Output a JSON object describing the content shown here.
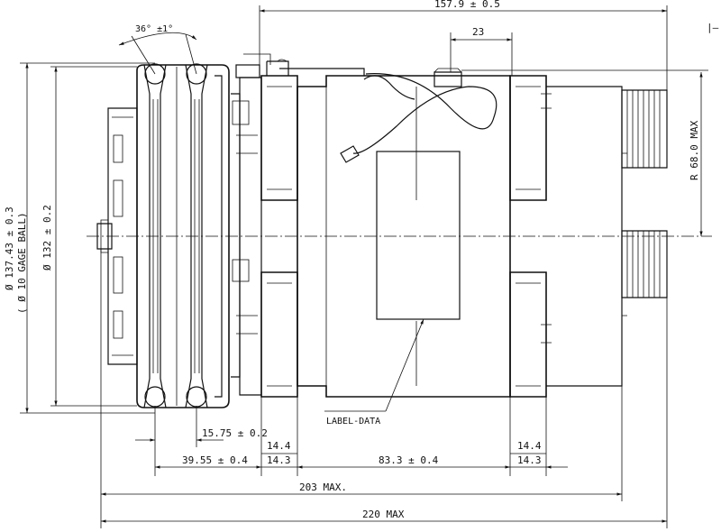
{
  "drawing": {
    "dimensions": {
      "top_length": "157.9 ± 0.5",
      "top_offset": "23",
      "angle": "36° ±1°",
      "radius_max": "R 68.0 MAX",
      "dia_outer": "Ø 137.43 ± 0.3",
      "dia_gage": "( Ø 10 GAGE BALL)",
      "dia_inner": "Ø 132 ± 0.2",
      "groove_pitch": "15.75 ± 0.2",
      "left_offset": "39.55 ± 0.4",
      "flange_left_a": "14.4",
      "flange_left_b": "14.3",
      "body_length": "83.3 ± 0.4",
      "flange_right_a": "14.4",
      "flange_right_b": "14.3",
      "overall_203": "203 MAX.",
      "overall_220": "220 MAX"
    },
    "label": "LABEL-DATA",
    "corner_mark": "|–"
  }
}
